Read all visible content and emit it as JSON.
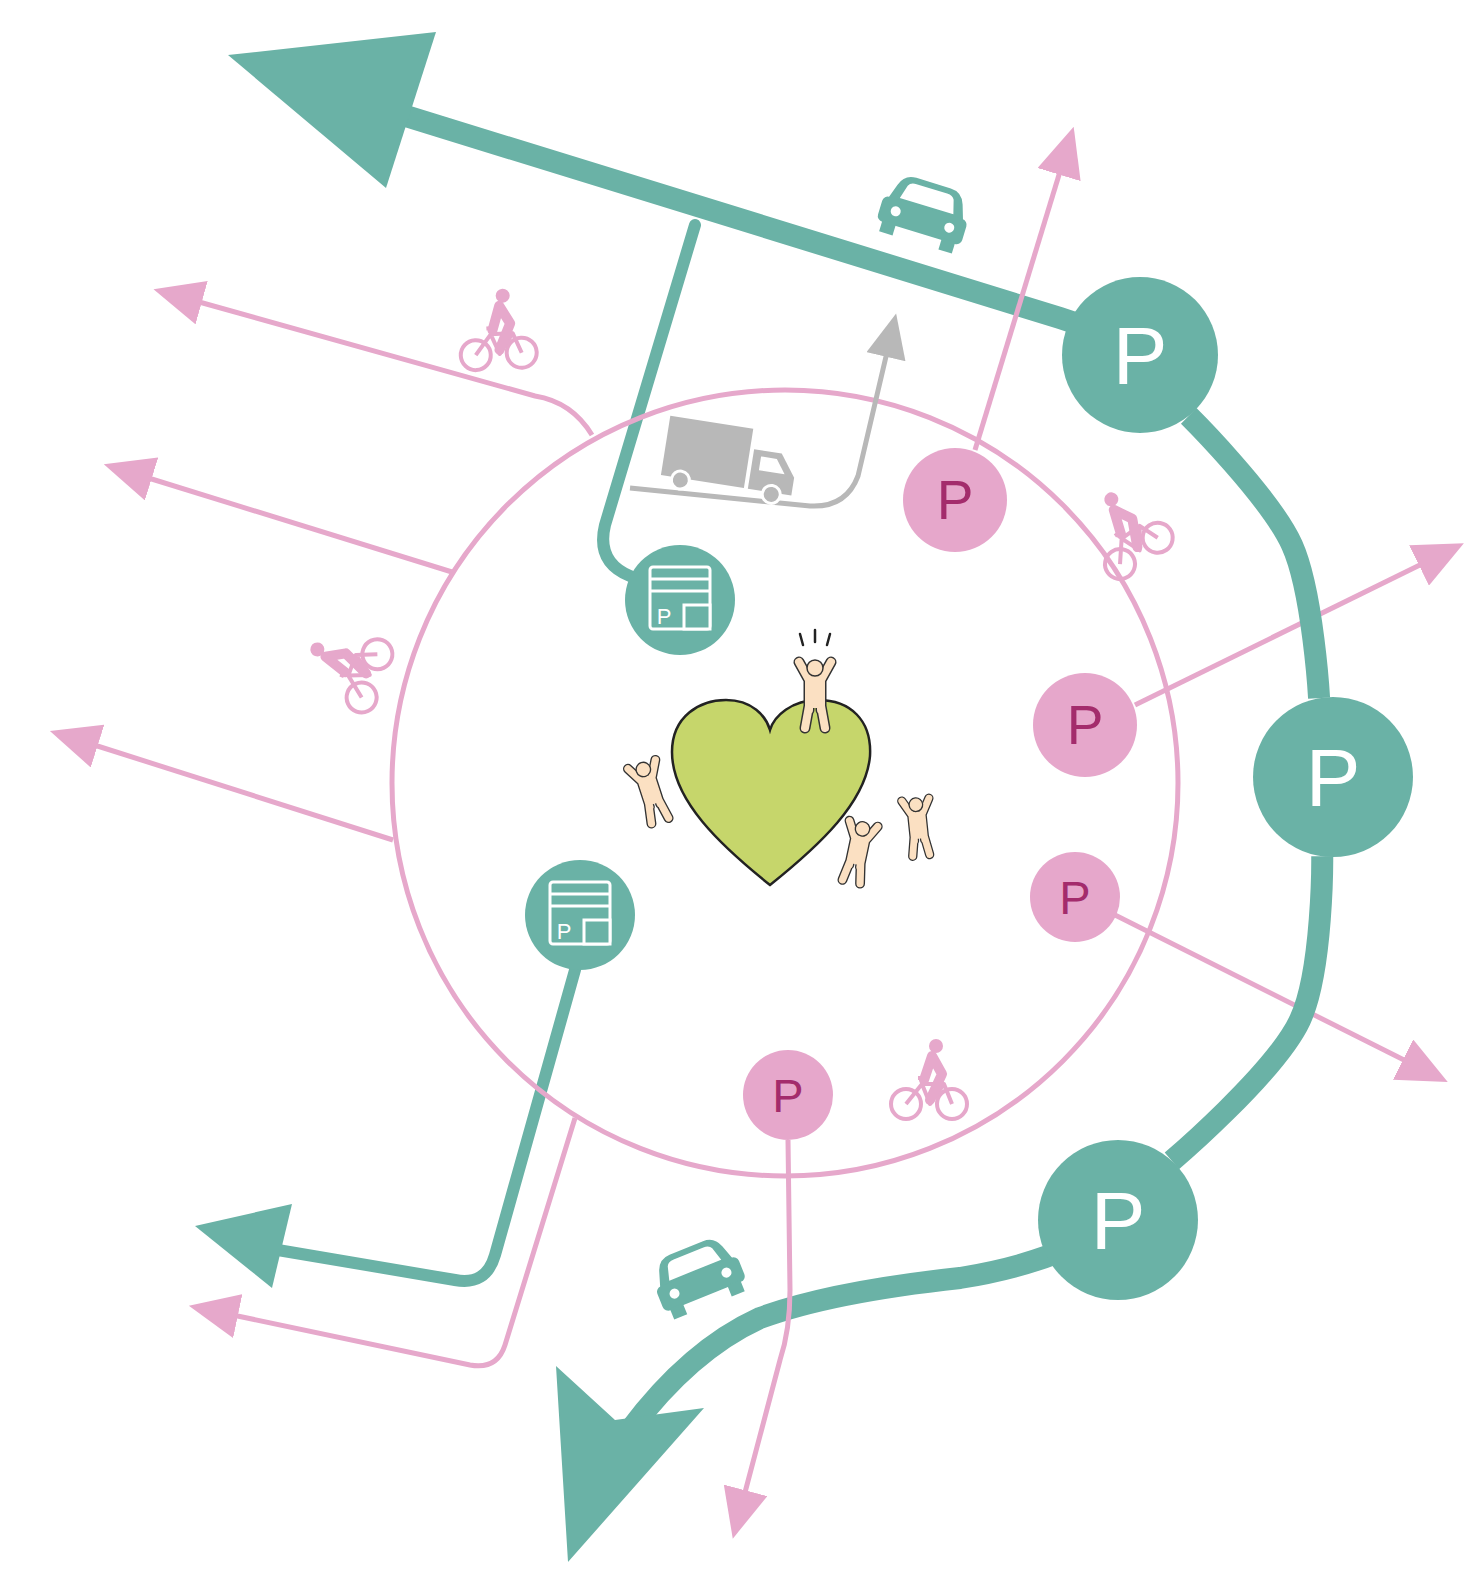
{
  "diagram": {
    "nodes": [
      {
        "text": [
          "P"
        ]
      },
      {
        "text": [
          "P"
        ]
      },
      {
        "text": [
          "P"
        ]
      },
      {
        "text": [
          "P"
        ]
      },
      {
        "text": [
          "P"
        ]
      },
      {
        "text": [
          "P"
        ]
      },
      {
        "text": [
          "P"
        ]
      },
      {
        "text": [
          "P"
        ]
      },
      {
        "text": [
          "P"
        ]
      }
    ],
    "edges": [
      {
        "from": 0,
        "to": 4,
        "arrow": "none"
      },
      {
        "from": 4,
        "to": 8,
        "arrow": "none"
      }
    ]
  }
}
